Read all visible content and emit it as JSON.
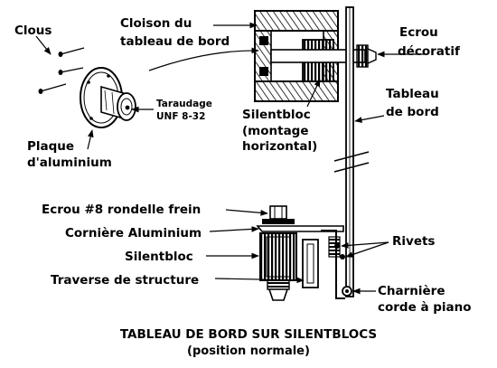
{
  "labels": {
    "clous": "Clous",
    "cloison_line1": "Cloison du",
    "cloison_line2": "tableau de bord",
    "ecrou_deco_line1": "Ecrou",
    "ecrou_deco_line2": "décoratif",
    "taraudage_line1": "Taraudage",
    "taraudage_line2": "UNF 8-32",
    "tableau_line1": "Tableau",
    "tableau_line2": "de bord",
    "silentbloc_h_line1": "Silentbloc",
    "silentbloc_h_line2": "(montage",
    "silentbloc_h_line3": "horizontal)",
    "plaque_line1": "Plaque",
    "plaque_line2": "d'aluminium",
    "ecrou8": "Ecrou #8 rondelle frein",
    "corniere": "Cornière Aluminium",
    "silentbloc": "Silentbloc",
    "traverse": "Traverse de structure",
    "rivets": "Rivets",
    "charniere_line1": "Charnière",
    "charniere_line2": "corde à piano"
  },
  "caption": {
    "line1": "TABLEAU DE BORD SUR SILENTBLOCS",
    "line2": "(position normale)"
  }
}
